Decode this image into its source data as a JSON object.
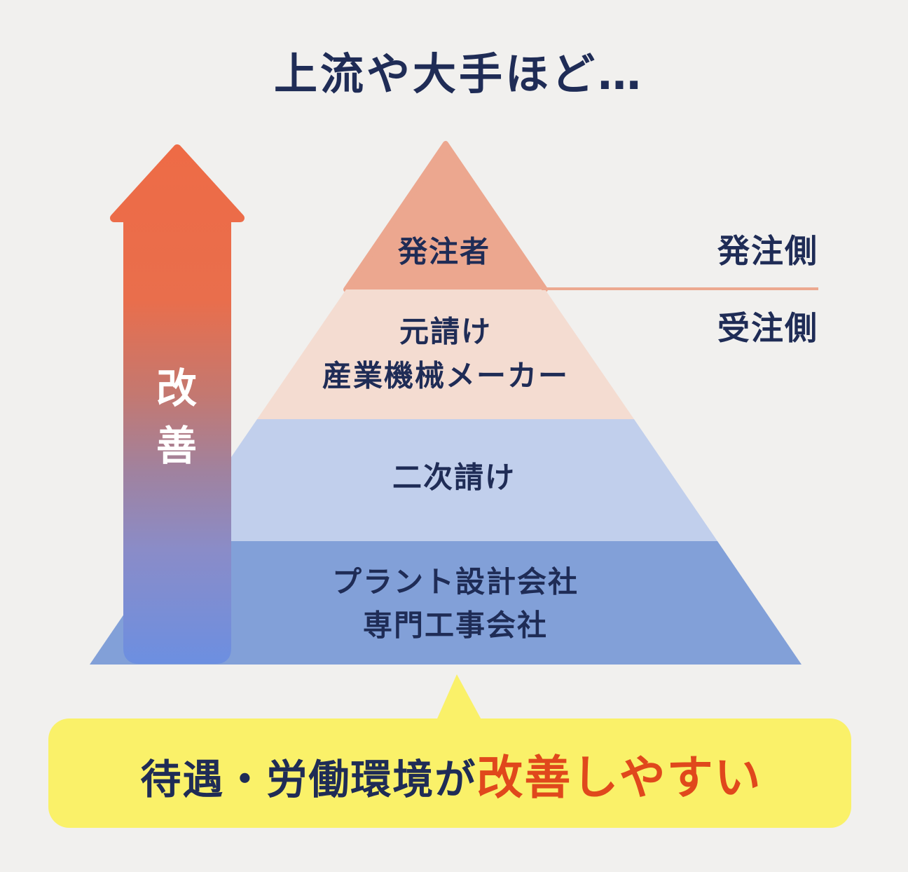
{
  "title": "上流や大手ほど…",
  "pyramid": {
    "levels": [
      {
        "lines": [
          "発注者"
        ],
        "color": "#ECA78F"
      },
      {
        "lines": [
          "元請け",
          "産業機械メーカー"
        ],
        "color": "#F4DCD1"
      },
      {
        "lines": [
          "二次請け"
        ],
        "color": "#C1CFEC"
      },
      {
        "lines": [
          "プラント設計会社",
          "専門工事会社"
        ],
        "color": "#82A0D8"
      }
    ]
  },
  "side_labels": {
    "ordering": "発注側",
    "receiving": "受注側",
    "divider_color": "#ECA88F"
  },
  "arrow": {
    "label": "改善",
    "chars": [
      "改",
      "善"
    ],
    "stops": [
      "#EE6B46",
      "#E96E4C",
      "#C47870",
      "#A0829F",
      "#8A8CC8",
      "#6C8FE1"
    ]
  },
  "banner": {
    "normal_text": "待遇・労働環境が",
    "highlight_text": "改善しやすい",
    "bg_color": "#FAF169",
    "highlight_color": "#E0481C"
  },
  "colors": {
    "background": "#F1F0EE",
    "navy": "#1F2C56",
    "white": "#FFFFFF"
  }
}
